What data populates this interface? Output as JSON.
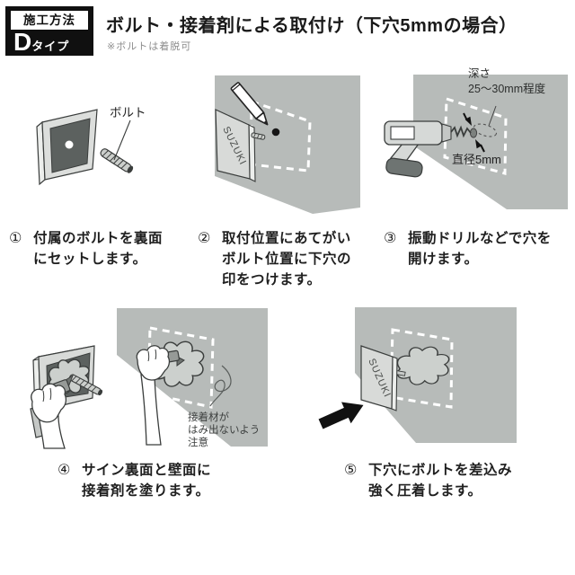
{
  "header": {
    "badge_top": "施工方法",
    "badge_letter": "D",
    "badge_suffix": "タイプ",
    "title": "ボルト・接着剤による取付け（下穴5mmの場合）",
    "note": "※ボルトは着脱可"
  },
  "steps": [
    {
      "num": "①",
      "lines": [
        "付属のボルトを裏面",
        "にセットします。"
      ]
    },
    {
      "num": "②",
      "lines": [
        "取付位置にあてがい",
        "ボルト位置に下穴の",
        "印をつけます。"
      ]
    },
    {
      "num": "③",
      "lines": [
        "振動ドリルなどで穴を",
        "開けます。"
      ]
    },
    {
      "num": "④",
      "lines": [
        "サイン裏面と壁面に",
        "接着剤を塗ります。"
      ]
    },
    {
      "num": "⑤",
      "lines": [
        "下穴にボルトを差込み",
        "強く圧着します。"
      ]
    }
  ],
  "annotations": {
    "bolt_label": "ボルト",
    "depth_label_1": "深さ",
    "depth_label_2": "25～30mm程度",
    "diameter_label": "直径5mm",
    "glue_caution_1": "接着材が",
    "glue_caution_2": "はみ出ないよう",
    "glue_caution_3": "注意",
    "sign_text": "SUZUKI"
  },
  "colors": {
    "wall_gray": "#b7bbb9",
    "panel_dark": "#5c615f",
    "sign_light": "#d8dad8",
    "outline": "#3a3d3c",
    "badge_bg": "#101010",
    "text": "#1a1a1a",
    "note_gray": "#8d8d8d"
  }
}
